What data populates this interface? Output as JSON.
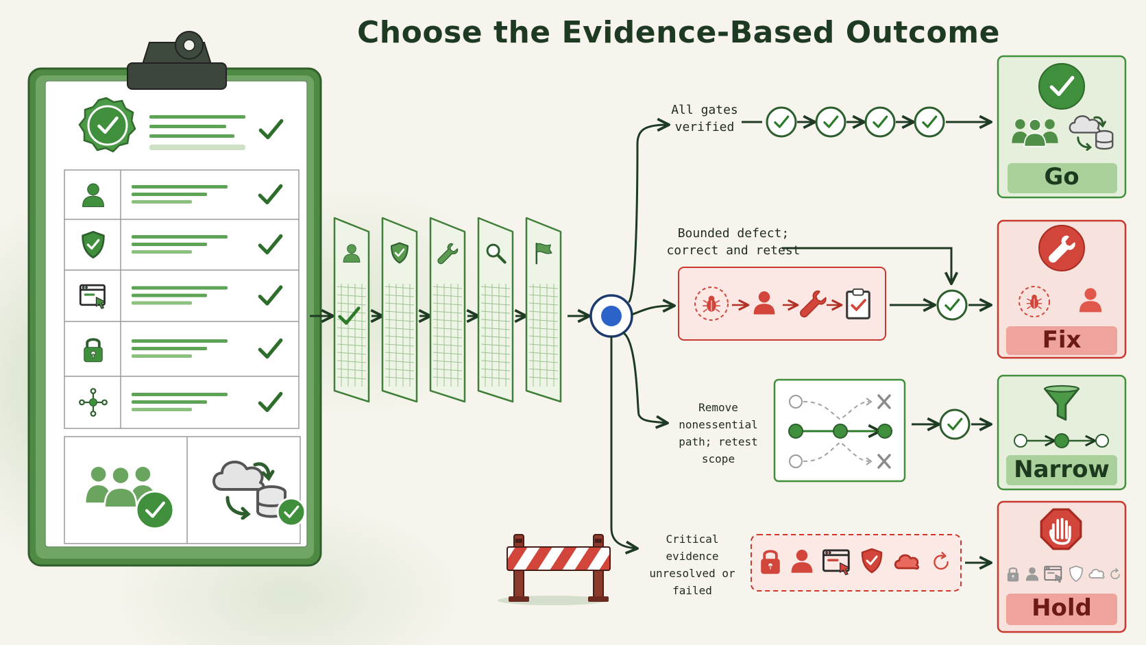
{
  "title": "Choose the Evidence-Based Outcome",
  "branches": {
    "go": {
      "label_lines": [
        "All gates",
        "verified"
      ]
    },
    "fix": {
      "label_lines": [
        "Bounded defect;",
        "correct and retest"
      ]
    },
    "narrow": {
      "label_lines": [
        "Remove nonessential",
        "path; retest scope"
      ]
    },
    "hold": {
      "label_lines": [
        "Critical evidence",
        "unresolved or failed"
      ]
    }
  },
  "outcomes": [
    {
      "id": "go",
      "label": "Go",
      "tone": "green"
    },
    {
      "id": "fix",
      "label": "Fix",
      "tone": "red"
    },
    {
      "id": "narrow",
      "label": "Narrow",
      "tone": "green"
    },
    {
      "id": "hold",
      "label": "Hold",
      "tone": "red"
    }
  ],
  "checklist_rows": [
    {
      "icon": "user-icon"
    },
    {
      "icon": "shield-check-icon"
    },
    {
      "icon": "browser-cursor-icon"
    },
    {
      "icon": "padlock-icon"
    },
    {
      "icon": "network-icon"
    }
  ],
  "gate_cards": [
    {
      "icon": "user-icon",
      "checked": true
    },
    {
      "icon": "shield-check-icon",
      "checked": false
    },
    {
      "icon": "wrench-icon",
      "checked": false
    },
    {
      "icon": "magnifier-icon",
      "checked": false
    },
    {
      "icon": "flag-icon",
      "checked": false
    }
  ],
  "colors": {
    "green": "#3f8f3c",
    "dark_green": "#2d5e2d",
    "red": "#d2453a",
    "navy": "#1c3a6e",
    "blue_dot": "#2b63c9"
  }
}
